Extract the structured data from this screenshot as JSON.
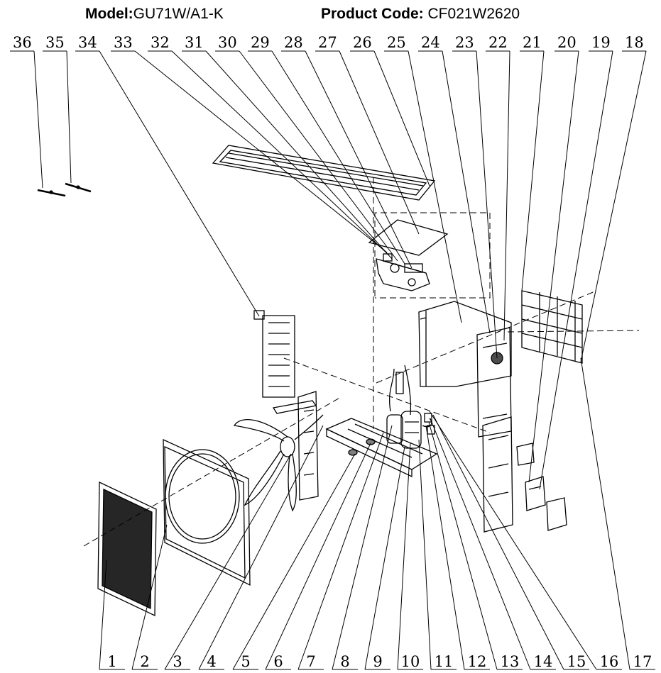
{
  "header": {
    "model_label": "Model:",
    "model_value": "GU71W/A1-K",
    "product_label": "Product Code:",
    "product_value": "CF021W2620"
  },
  "diagram": {
    "top_labels": [
      "36",
      "35",
      "34",
      "33",
      "32",
      "31",
      "30",
      "29",
      "28",
      "27",
      "26",
      "25",
      "24",
      "23",
      "22",
      "21",
      "20",
      "19",
      "18"
    ],
    "bottom_labels": [
      "1",
      "2",
      "3",
      "4",
      "5",
      "6",
      "7",
      "8",
      "9",
      "10",
      "11",
      "12",
      "13",
      "14",
      "15",
      "16",
      "17"
    ]
  }
}
